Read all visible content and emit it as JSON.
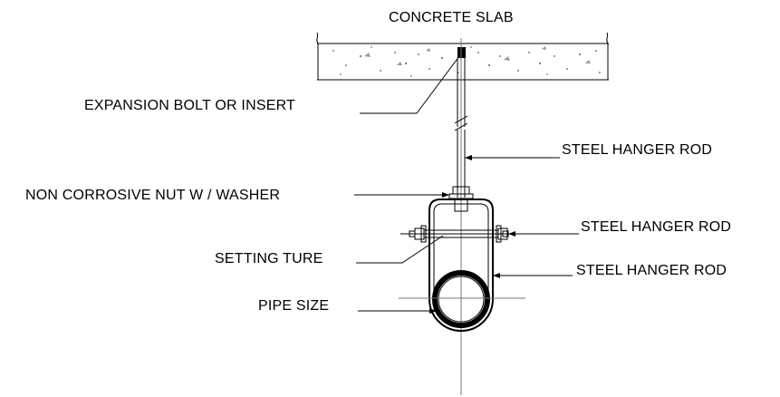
{
  "labels": {
    "concrete_slab": "CONCRETE SLAB",
    "expansion_bolt": "EXPANSION BOLT OR INSERT",
    "hanger_rod_1": "STEEL HANGER ROD",
    "nut_washer": "NON CORROSIVE NUT W / WASHER",
    "hanger_rod_2": "STEEL HANGER ROD",
    "setting_ture": "SETTING TURE",
    "hanger_rod_3": "STEEL HANGER ROD",
    "pipe_size": "PIPE SIZE"
  }
}
